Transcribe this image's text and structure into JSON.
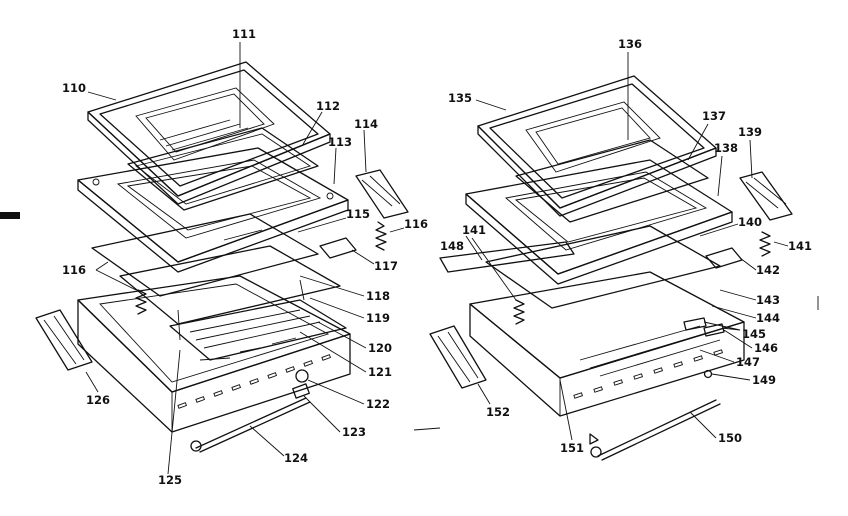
{
  "callouts": {
    "c110": "110",
    "c111": "111",
    "c112": "112",
    "c113": "113",
    "c114": "114",
    "c115": "115",
    "c116a": "116",
    "c116b": "116",
    "c117": "117",
    "c118": "118",
    "c119": "119",
    "c120": "120",
    "c121": "121",
    "c122": "122",
    "c123": "123",
    "c124": "124",
    "c125": "125",
    "c126": "126",
    "c135": "135",
    "c136": "136",
    "c137": "137",
    "c138": "138",
    "c139": "139",
    "c140": "140",
    "c141a": "141",
    "c141b": "141",
    "c142": "142",
    "c143": "143",
    "c144": "144",
    "c145": "145",
    "c146": "146",
    "c147": "147",
    "c148": "148",
    "c149": "149",
    "c150": "150",
    "c151": "151",
    "c152": "152"
  }
}
